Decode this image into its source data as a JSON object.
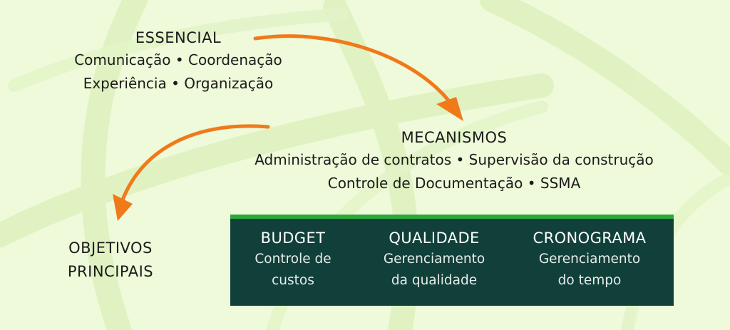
{
  "colors": {
    "background": "#eefad9",
    "arrow": "#f07a1a",
    "panel": "#11403a",
    "panel_accent": "#2aa73c"
  },
  "essencial": {
    "title": "ESSENCIAL",
    "lines": [
      "Comunicação • Coordenação",
      "Experiência • Organização"
    ]
  },
  "mecanismos": {
    "title": "MECANISMOS",
    "lines": [
      "Administração de contratos • Supervisão da construção",
      "Controle de Documentação • SSMA"
    ]
  },
  "objetivos": {
    "title_lines": [
      "OBJETIVOS",
      "PRINCIPAIS"
    ]
  },
  "panel": {
    "columns": [
      {
        "title": "BUDGET",
        "lines": [
          "Controle de",
          "custos"
        ]
      },
      {
        "title": "QUALIDADE",
        "lines": [
          "Gerenciamento",
          "da qualidade"
        ]
      },
      {
        "title": "CRONOGRAMA",
        "lines": [
          "Gerenciamento",
          "do tempo"
        ]
      }
    ]
  }
}
